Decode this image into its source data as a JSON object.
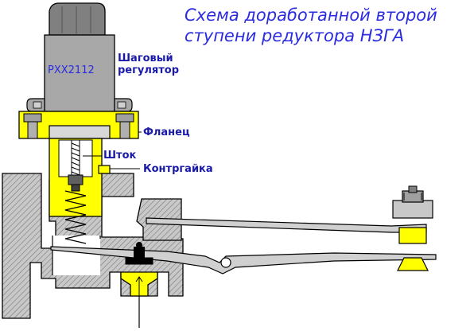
{
  "title": {
    "line1": "Схема доработанной второй",
    "line2": "ступени редуктора НЗГА"
  },
  "model_label": "РХХ2112",
  "labels": {
    "stepper_line1": "Шаговый",
    "stepper_line2": "регулятор",
    "flange": "Фланец",
    "rod": "Шток",
    "locknut": "Контргайка"
  },
  "colors": {
    "title": "#2b2be0",
    "label": "#1a1aa8",
    "yellow_part": "#ffff00",
    "body_gray": "#a8a8a8",
    "hatch_gray": "#c6c6c6",
    "outline": "#000000"
  }
}
